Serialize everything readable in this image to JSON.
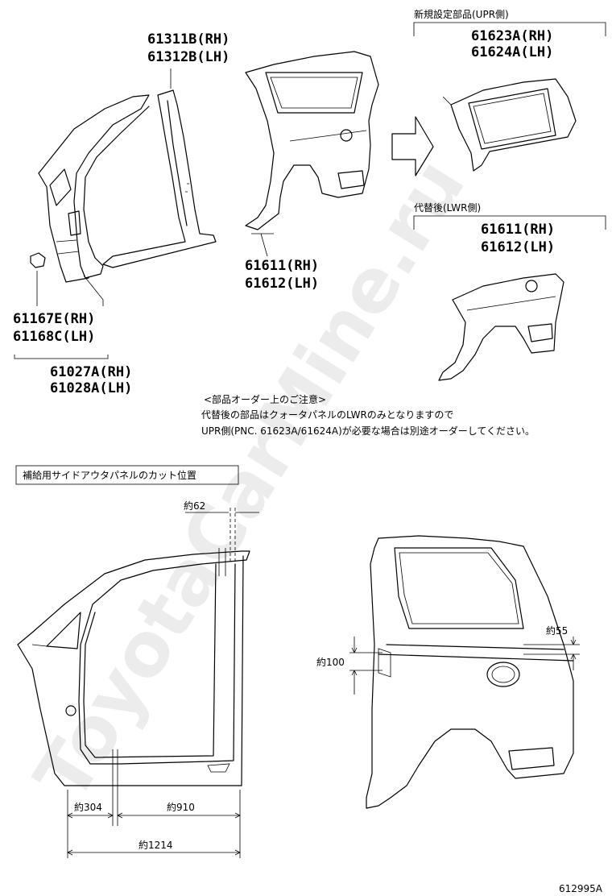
{
  "callouts": {
    "upper_section_title": "新規設定部品(UPR側)",
    "lower_section_title": "代替後(LWR側)",
    "pillar_rh": "61311B(RH)",
    "pillar_lh": "61312B(LH)",
    "quarter_rh": "61611(RH)",
    "quarter_lh": "61612(LH)",
    "upr_rh": "61623A(RH)",
    "upr_lh": "61624A(LH)",
    "lwr_rh": "61611(RH)",
    "lwr_lh": "61612(LH)",
    "clip_rh": "61167E(RH)",
    "clip_lh": "61168C(LH)",
    "side_rh": "61027A(RH)",
    "side_lh": "61028A(LH)"
  },
  "note": {
    "heading": "<部品オーダー上のご注意>",
    "line1": "代替後の部品はクォータパネルのLWRのみとなりますので",
    "line2": "UPR側(PNC. 61623A/61624A)が必要な場合は別途オーダーしてください。"
  },
  "cut_section": {
    "title": "補給用サイドアウタパネルのカット位置",
    "dim_62": "約62",
    "dim_304": "約304",
    "dim_910": "約910",
    "dim_1214": "約1214",
    "dim_100": "約100",
    "dim_55": "約55"
  },
  "watermark": "ToyotaCarMine.ru",
  "figure_number": "612995A"
}
